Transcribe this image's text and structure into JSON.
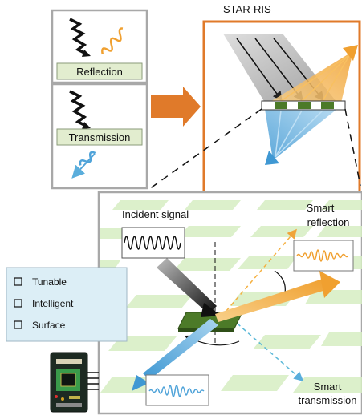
{
  "labels": {
    "star_ris_title": "STAR-RIS",
    "reflection": "Reflection",
    "transmission": "Transmission",
    "incident_signal": "Incident signal",
    "smart_reflection_line1": "Smart",
    "smart_reflection_line2": "reflection",
    "smart_transmission_line1": "Smart",
    "smart_transmission_line2": "transmission"
  },
  "tis_legend": {
    "items": [
      "Tunable",
      "Intelligent",
      "Surface"
    ]
  },
  "colors": {
    "orange_frame": "#e07a2a",
    "reflection_beam": "#f5b040",
    "transmission_beam": "#4fa3d9",
    "incident_beam": "#3a3a3a",
    "tile_green": "#cde9b8",
    "element_green": "#4c7a28",
    "label_box_green": "#e2edcf",
    "legend_bg": "#dceef6"
  },
  "icons": {
    "left_panel_top": "signal-source-icon",
    "left_panel_bottom": "signal-source-icon",
    "device": "circuit-board-icon"
  }
}
